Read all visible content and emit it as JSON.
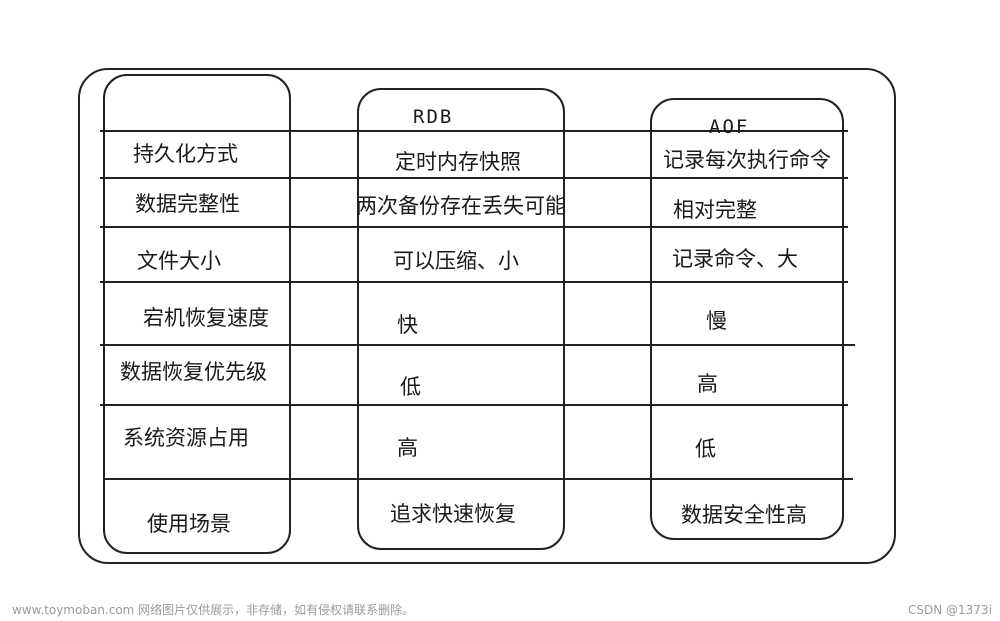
{
  "headers": {
    "rdb": "RDB",
    "aof": "AOF"
  },
  "rows": [
    {
      "label": "持久化方式",
      "rdb": "定时内存快照",
      "aof": "记录每次执行命令"
    },
    {
      "label": "数据完整性",
      "rdb": "两次备份存在丢失可能",
      "aof": "相对完整"
    },
    {
      "label": "文件大小",
      "rdb": "可以压缩、小",
      "aof": "记录命令、大"
    },
    {
      "label": "宕机恢复速度",
      "rdb": "快",
      "aof": "慢"
    },
    {
      "label": "数据恢复优先级",
      "rdb": "低",
      "aof": "高"
    },
    {
      "label": "系统资源占用",
      "rdb": "高",
      "aof": "低"
    },
    {
      "label": "使用场景",
      "rdb": "追求快速恢复",
      "aof": "数据安全性高"
    }
  ],
  "watermark": {
    "left": "www.toymoban.com 网络图片仅供展示，非存储，如有侵权请联系删除。",
    "right": "CSDN @1373i"
  }
}
